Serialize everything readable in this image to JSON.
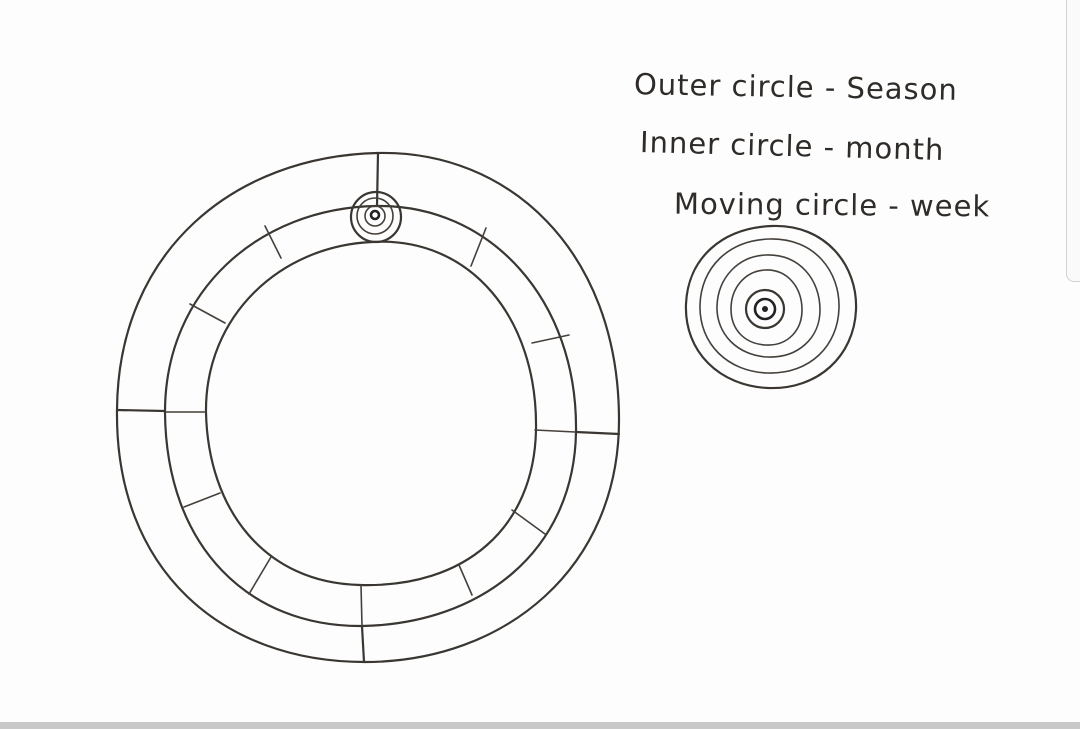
{
  "legend": {
    "lines": [
      "Outer circle - Season",
      "Inner circle - month",
      "Moving circle - week"
    ]
  },
  "colors": {
    "pencil": "#3a3632",
    "paper": "#fdfdfd"
  }
}
